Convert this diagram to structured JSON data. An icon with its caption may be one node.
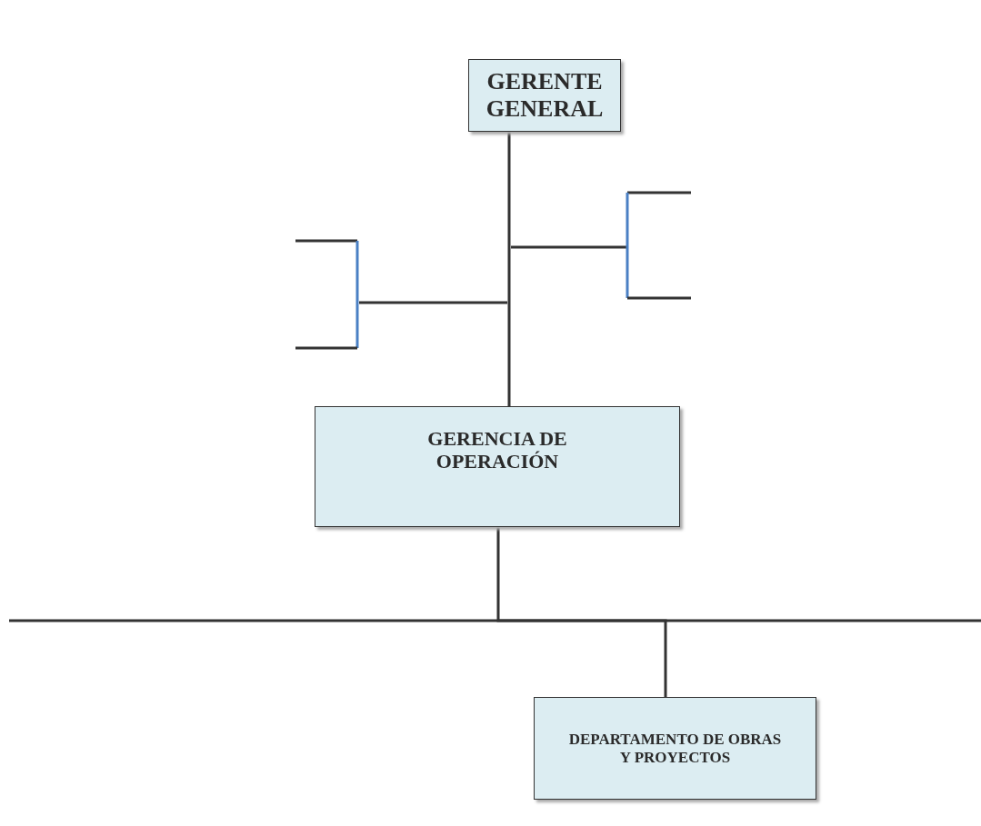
{
  "diagram": {
    "nodes": [
      {
        "text": [
          "GERENTE GENERAL"
        ]
      },
      {
        "text": [
          "GERENCIA DE OPERACIÓN"
        ]
      },
      {
        "text": [
          "DEPARTAMENTO DE OBRAS Y PROYECTOS"
        ]
      }
    ],
    "edges": [
      {
        "from": 0,
        "to": 1,
        "arrow": "none"
      },
      {
        "from": 1,
        "to": 2,
        "arrow": "none"
      }
    ]
  }
}
